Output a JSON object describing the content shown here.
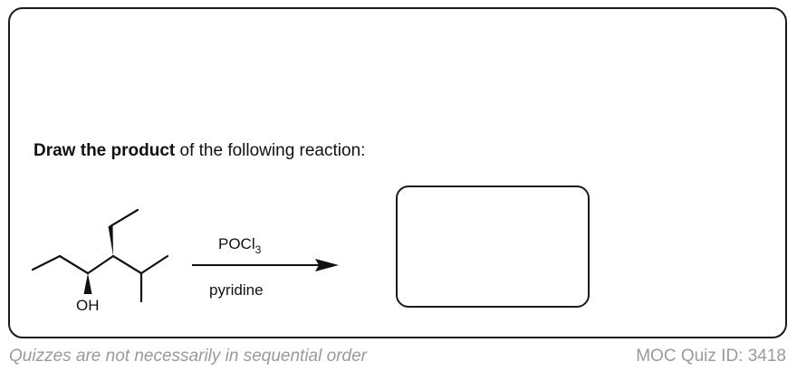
{
  "prompt": {
    "bold": "Draw the product",
    "rest": " of the following reaction:"
  },
  "molecule": {
    "hydroxyl_label": "OH"
  },
  "reagents": {
    "above_main": "POCl",
    "above_sub": "3",
    "below": "pyridine"
  },
  "answer_box": {
    "content": ""
  },
  "footer": {
    "left": "Quizzes are not necessarily in sequential order",
    "right": "MOC Quiz ID: 3418"
  },
  "colors": {
    "ink": "#111111",
    "footer_text": "#9a9a9a"
  }
}
